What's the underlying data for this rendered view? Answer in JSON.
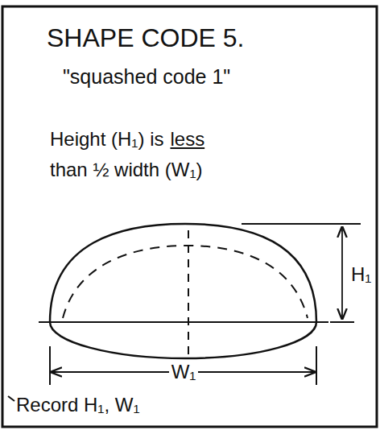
{
  "diagram": {
    "title": "SHAPE CODE 5.",
    "labels": [
      "\"squashed code 1\"",
      "Height (H₁) is",
      "less",
      "than ½ width (W₁)",
      "H₁",
      "W₁",
      "Record H₁, W₁"
    ]
  }
}
